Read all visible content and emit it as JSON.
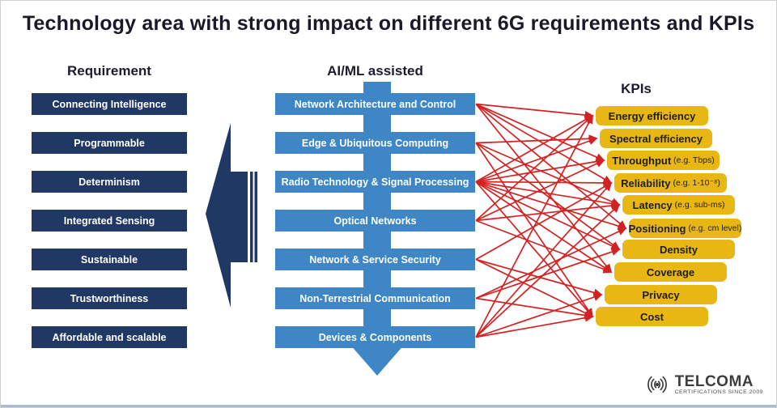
{
  "title": "Technology area with strong impact on different 6G requirements and KPIs",
  "columns": {
    "requirement_header": "Requirement",
    "tech_header": "AI/ML assisted",
    "kpi_header": "KPIs"
  },
  "requirements": [
    "Connecting Intelligence",
    "Programmable",
    "Determinism",
    "Integrated Sensing",
    "Sustainable",
    "Trustworthiness",
    "Affordable and scalable"
  ],
  "technologies": [
    "Network Architecture and Control",
    "Edge & Ubiquitous Computing",
    "Radio Technology & Signal Processing",
    "Optical Networks",
    "Network & Service Security",
    "Non-Terrestrial  Communication",
    "Devices &  Components"
  ],
  "kpis": [
    {
      "label": "Energy efficiency",
      "note": ""
    },
    {
      "label": "Spectral efficiency",
      "note": ""
    },
    {
      "label": "Throughput",
      "note": "(e.g. Tbps)"
    },
    {
      "label": "Reliability",
      "note": "(e.g. 1-10⁻⁸)"
    },
    {
      "label": "Latency",
      "note": "(e.g. sub-ms)"
    },
    {
      "label": "Positioning",
      "note": "(e.g. cm level)"
    },
    {
      "label": "Density",
      "note": ""
    },
    {
      "label": "Coverage",
      "note": ""
    },
    {
      "label": "Privacy",
      "note": ""
    },
    {
      "label": "Cost",
      "note": ""
    }
  ],
  "connections": [
    [
      0,
      0
    ],
    [
      0,
      2
    ],
    [
      0,
      3
    ],
    [
      0,
      5
    ],
    [
      0,
      7
    ],
    [
      1,
      1
    ],
    [
      1,
      4
    ],
    [
      1,
      6
    ],
    [
      1,
      9
    ],
    [
      2,
      0
    ],
    [
      2,
      1
    ],
    [
      2,
      2
    ],
    [
      2,
      3
    ],
    [
      2,
      4
    ],
    [
      2,
      5
    ],
    [
      2,
      6
    ],
    [
      2,
      7
    ],
    [
      2,
      9
    ],
    [
      3,
      0
    ],
    [
      3,
      2
    ],
    [
      3,
      4
    ],
    [
      3,
      7
    ],
    [
      4,
      3
    ],
    [
      4,
      8
    ],
    [
      4,
      9
    ],
    [
      5,
      5
    ],
    [
      5,
      6
    ],
    [
      5,
      9
    ],
    [
      6,
      0
    ],
    [
      6,
      3
    ],
    [
      6,
      4
    ],
    [
      6,
      8
    ],
    [
      6,
      9
    ]
  ],
  "colors": {
    "navy": "#203864",
    "blue": "#3e86c6",
    "yellow": "#e8b714",
    "red": "#d42121",
    "title_text": "#191927"
  },
  "logo": {
    "name": "TELCOMA",
    "tagline": "CERTIFICATIONS SINCE 2009",
    "icon": "radio-waves-icon"
  }
}
